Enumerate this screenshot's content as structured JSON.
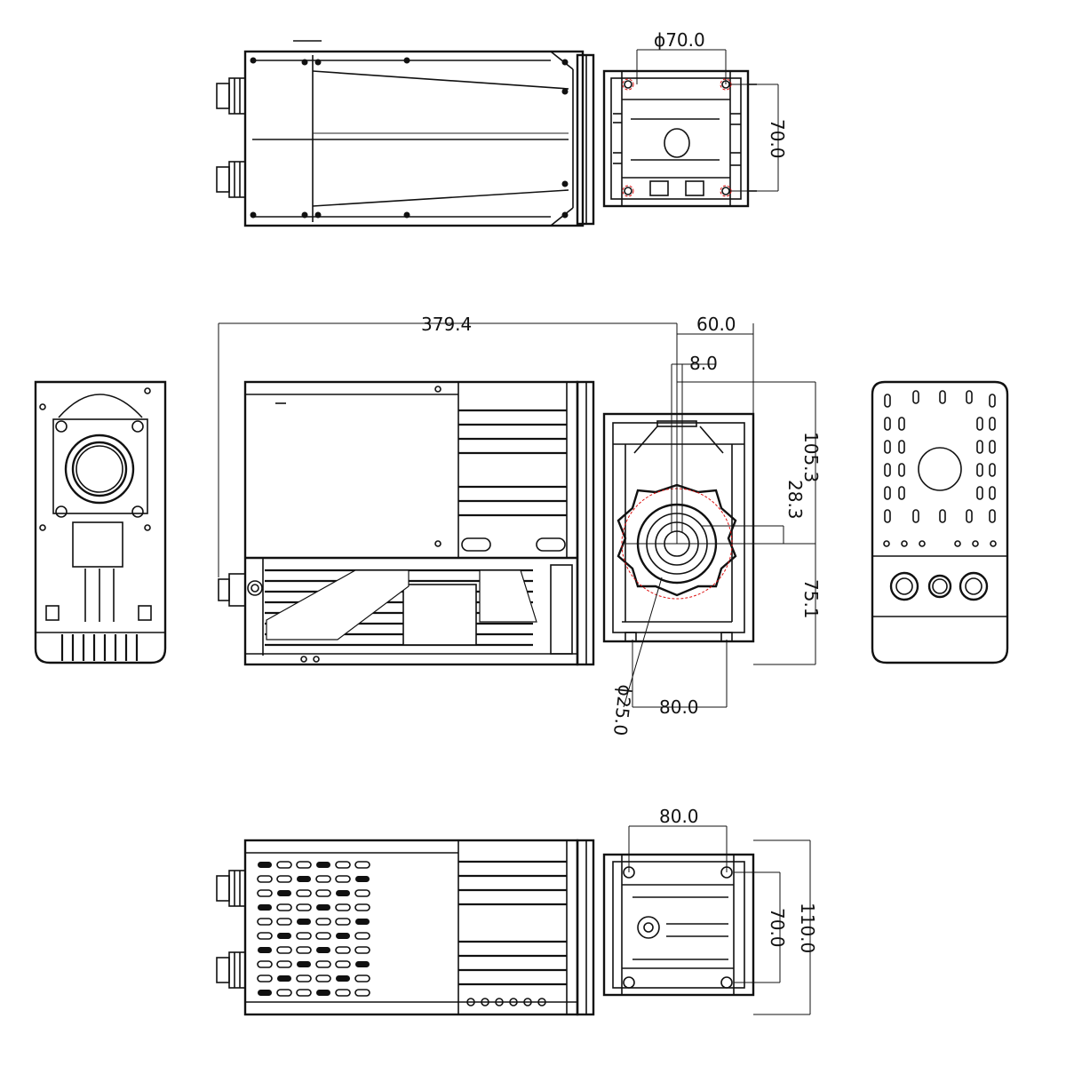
{
  "dimensions": {
    "top_bore": "ϕ70.0",
    "top_width": "70.0",
    "overall_length": "379.4",
    "flange_offset": "60.0",
    "key_width": "8.0",
    "height_upper": "105.3",
    "shaft_offset": "28.3",
    "height_lower": "75.1",
    "shaft_bore": "ϕ25.0",
    "mount_spacing_side": "80.0",
    "mount_spacing_bottom": "80.0",
    "bottom_width": "70.0",
    "overall_width": "110.0"
  },
  "colors": {
    "line": "#111111",
    "hidden_red": "#dd1111",
    "background": "#ffffff"
  }
}
